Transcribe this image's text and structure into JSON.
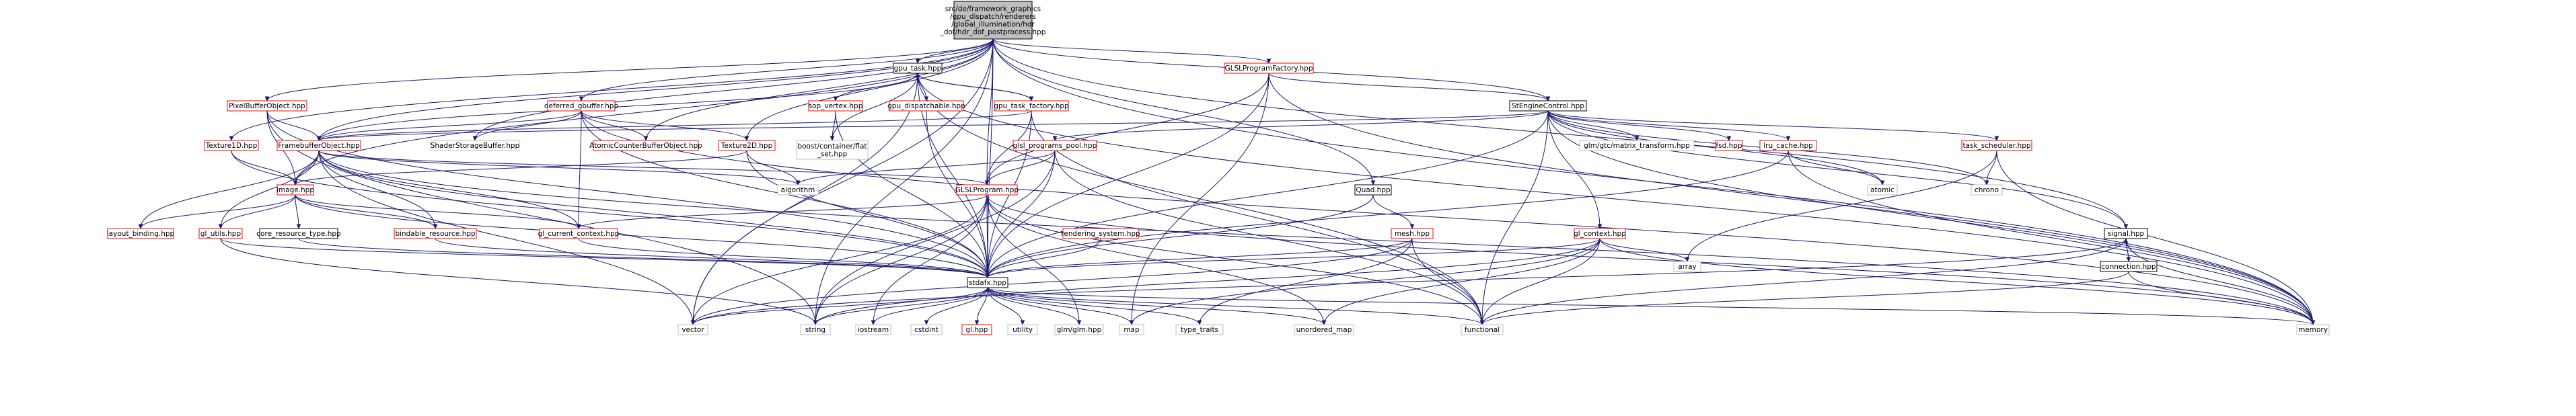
{
  "colors": {
    "edge": "#191970",
    "border_red": "#ff0000",
    "border_grey": "#bfbfbf",
    "border_black": "#000000",
    "root_fill": "#bfbfbf",
    "fill": "#ffffff",
    "text": "#000000"
  },
  "nodes": {
    "root": [
      "src/de/framework_graphics",
      "/gpu_dispatch/renderers",
      "/global_illumination/hdr",
      "_dof/hdr_dof_postprocess.hpp"
    ],
    "gpu_task": [
      "gpu_task.hpp"
    ],
    "glsl_factory": [
      "GLSLProgramFactory.hpp"
    ],
    "pixelbuffer": [
      "PixelBufferObject.hpp"
    ],
    "deferred": [
      "deferred_gbuffer.hpp"
    ],
    "sop_vertex": [
      "sop_vertex.hpp"
    ],
    "gpu_dispatchable": [
      "gpu_dispatchable.hpp"
    ],
    "gpu_task_factory": [
      "gpu_task_factory.hpp"
    ],
    "stengine": [
      "StEngineControl.hpp"
    ],
    "texture1d": [
      "Texture1D.hpp"
    ],
    "fbo": [
      "FramebufferObject.hpp"
    ],
    "ssbo": [
      "ShaderStorageBuffer.hpp"
    ],
    "acbo": [
      "AtomicCounterBufferObject.hpp"
    ],
    "texture2d": [
      "Texture2D.hpp"
    ],
    "boost_flat_set": [
      "boost/container/flat",
      "_set.hpp"
    ],
    "glsl_programs_pool": [
      "glsl_programs_pool.hpp"
    ],
    "glm_matrix": [
      "glm/gtc/matrix_transform.hpp"
    ],
    "fsd": [
      "fsd.hpp"
    ],
    "lru_cache": [
      "lru_cache.hpp"
    ],
    "task_scheduler": [
      "task_scheduler.hpp"
    ],
    "image": [
      "image.hpp"
    ],
    "algorithm": [
      "algorithm"
    ],
    "glslprogram": [
      "GLSLProgram.hpp"
    ],
    "quad": [
      "Quad.hpp"
    ],
    "atomic": [
      "atomic"
    ],
    "chrono": [
      "chrono"
    ],
    "layout_binding": [
      "layout_binding.hpp"
    ],
    "gl_utils": [
      "gl_utils.hpp"
    ],
    "core_resource_type": [
      "core_resource_type.hpp"
    ],
    "bindable_resource": [
      "bindable_resource.hpp"
    ],
    "gl_current_context": [
      "gl_current_context.hpp"
    ],
    "rendering_system": [
      "rendering_system.hpp"
    ],
    "mesh": [
      "mesh.hpp"
    ],
    "gl_context": [
      "gl_context.hpp"
    ],
    "signal": [
      "signal.hpp"
    ],
    "connection": [
      "connection.hpp"
    ],
    "array": [
      "array"
    ],
    "stdafx": [
      "stdafx.hpp"
    ],
    "vector": [
      "vector"
    ],
    "string": [
      "string"
    ],
    "iostream": [
      "iostream"
    ],
    "cstdint": [
      "cstdint"
    ],
    "gl_hpp": [
      "gl.hpp"
    ],
    "utility": [
      "utility"
    ],
    "glm_glm": [
      "glm/glm.hpp"
    ],
    "map": [
      "map"
    ],
    "type_traits": [
      "type_traits"
    ],
    "unordered_map": [
      "unordered_map"
    ],
    "functional": [
      "functional"
    ],
    "memory": [
      "memory"
    ]
  }
}
